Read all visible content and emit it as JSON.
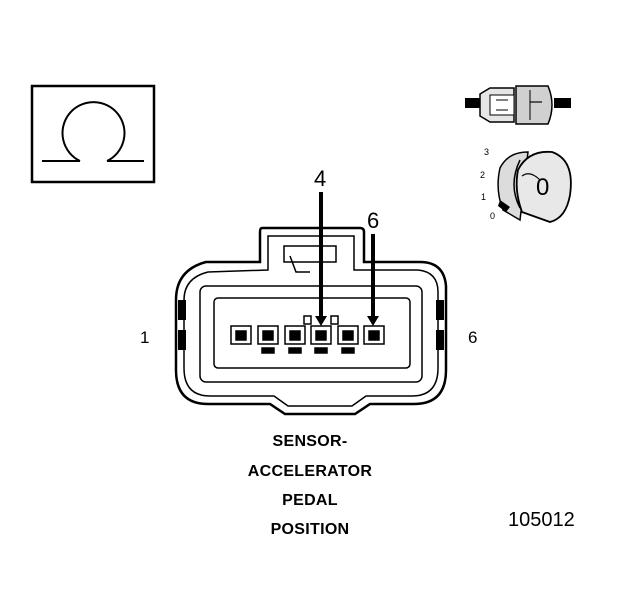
{
  "callouts": {
    "pin_a": "4",
    "pin_b": "6"
  },
  "ends": {
    "left": "1",
    "right": "6"
  },
  "inset": {
    "positions": [
      "3",
      "2",
      "1",
      "0"
    ],
    "lock_label": "0"
  },
  "caption": {
    "line1": "SENSOR-",
    "line2": "ACCELERATOR",
    "line3": "PEDAL",
    "line4": "POSITION"
  },
  "figure_number": "105012",
  "colors": {
    "line": "#000000",
    "fill_light": "#dcdcdc",
    "fill_mid": "#bdbdbd",
    "background": "#ffffff"
  },
  "icons": [
    "omega-icon",
    "connector-side-icon",
    "lock-dial-icon"
  ]
}
